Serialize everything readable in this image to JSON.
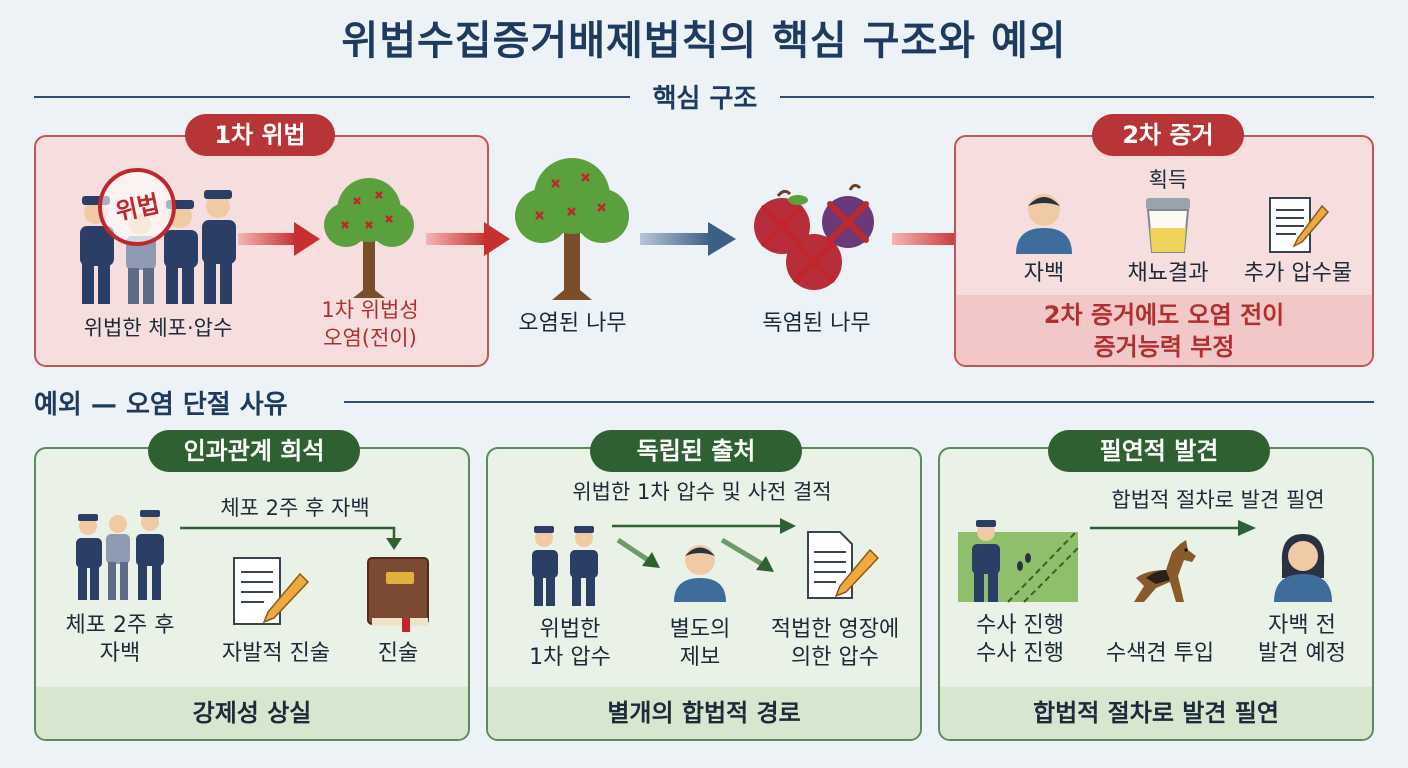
{
  "title": "위법수집증거배제법칙의 핵심 구조와 예외",
  "core_section": {
    "label": "핵심 구조",
    "primary_violation": {
      "badge": "1차 위법",
      "stamp": "위법",
      "arrest_label": "위법한 체포·압수",
      "tree_label_line1": "1차 위법성",
      "tree_label_line2": "오염(전이)"
    },
    "poisoned_tree_label": "오염된 나무",
    "poisoned_fruit_label": "독염된 나무",
    "secondary_evidence": {
      "badge": "2차 증거",
      "acquired": "획득",
      "items": [
        "자백",
        "채뇨결과",
        "추가 압수물"
      ],
      "footer_line1": "2차 증거에도 오염 전이",
      "footer_line2": "증거능력 부정"
    }
  },
  "exceptions_section": {
    "label": "예외 — 오염 단절 사유",
    "panels": [
      {
        "badge": "인과관계 희석",
        "arrow_text": "체포 2주 후 자백",
        "items": [
          "체포 2주 후\n자백",
          "자발적 진술",
          "진술"
        ],
        "footer": "강제성 상실"
      },
      {
        "badge": "독립된 출처",
        "arrow_text": "위법한 1차 압수 및 사전 결적",
        "items": [
          "위법한\n1차 압수",
          "별도의\n제보",
          "적법한 영장에\n의한 압수"
        ],
        "footer": "별개의 합법적 경로"
      },
      {
        "badge": "필연적 발견",
        "arrow_text": "합법적 절차로 발견 필연",
        "items": [
          "수사 진행\n수사 진행",
          "수색견 투입",
          "자백 전\n발견 예정"
        ],
        "footer": "합법적 절차로 발견 필연"
      }
    ]
  },
  "colors": {
    "navy": "#1e3a5f",
    "red": "#b73536",
    "green": "#2e6032"
  }
}
